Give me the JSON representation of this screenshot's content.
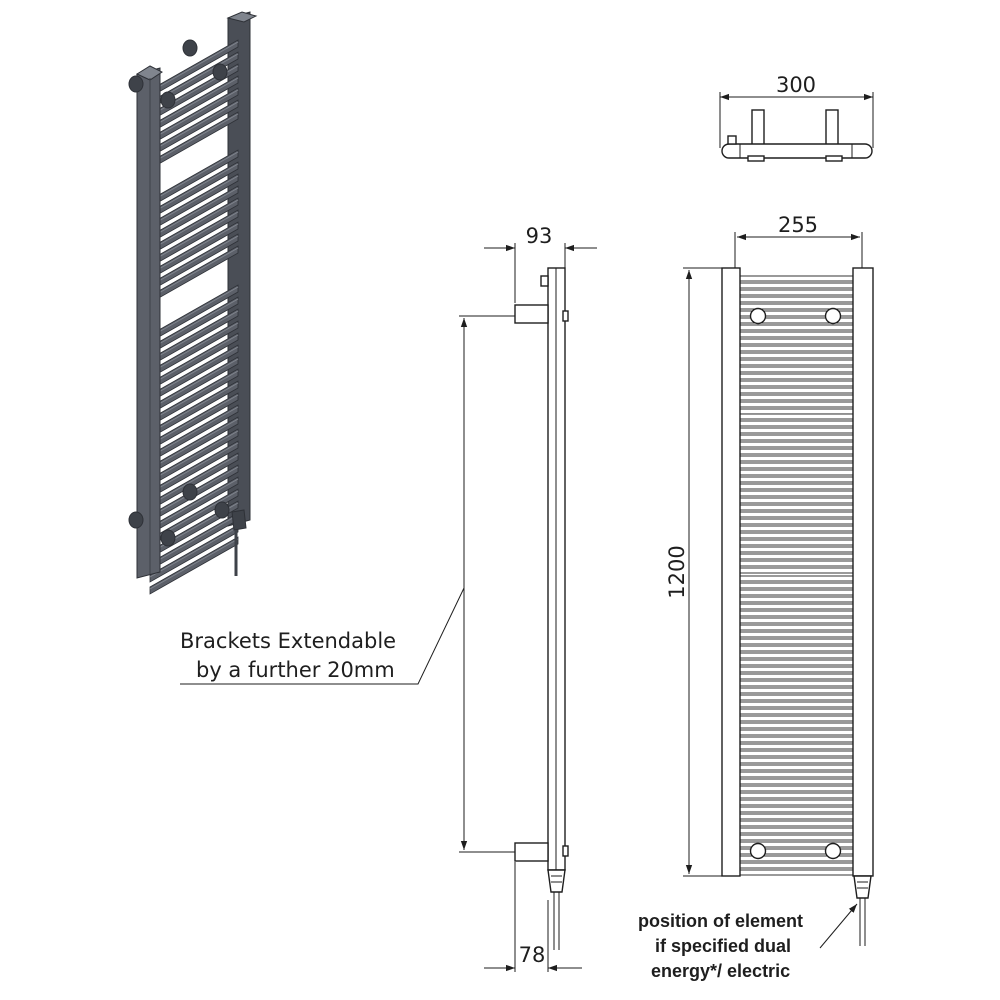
{
  "dimensions": {
    "top_width": "300",
    "front_width": "255",
    "side_depth": "93",
    "bottom_depth": "78",
    "height": "1200"
  },
  "notes": {
    "brackets_line1": "Brackets Extendable",
    "brackets_line2": "by a further 20mm",
    "element_line1": "position of element",
    "element_line2": "if specified dual",
    "element_line3": "energy*/ electric"
  },
  "colors": {
    "radiator_body": "#5c6069",
    "radiator_dark": "#3e4249",
    "radiator_light": "#80858e",
    "line": "#1e1e1e"
  }
}
